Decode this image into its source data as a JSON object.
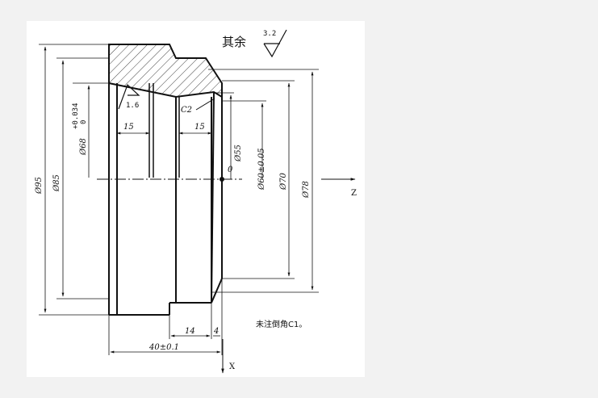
{
  "roughness_note": {
    "label": "其余",
    "value": "3.2"
  },
  "surface_finish_local": "1.6",
  "tolerance": {
    "upper": "+0.034",
    "lower": "0"
  },
  "chamfer": "C2",
  "diameters": {
    "d95": "Ø95",
    "d85": "Ø85",
    "d68": "Ø68",
    "d55": "Ø55",
    "d60": "Ø60±0.05",
    "d70": "Ø70",
    "d78": "Ø78"
  },
  "lengths": {
    "groove_left": "15",
    "groove_right": "15",
    "len_14": "14",
    "len_4": "4",
    "total": "40±0.1"
  },
  "origin_label": "0",
  "axis_labels": {
    "z": "Z",
    "x": "X"
  },
  "note_text": "未注倒角C1。"
}
